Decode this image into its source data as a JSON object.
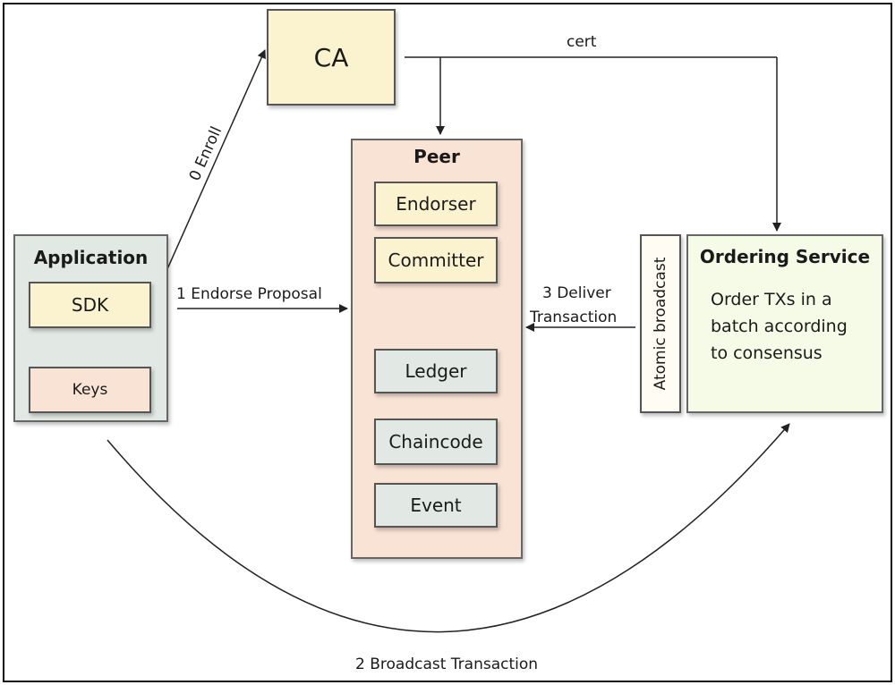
{
  "ca": {
    "label": "CA"
  },
  "peer": {
    "title": "Peer",
    "components": {
      "endorser": "Endorser",
      "committer": "Committer",
      "ledger": "Ledger",
      "chaincode": "Chaincode",
      "event": "Event"
    }
  },
  "application": {
    "title": "Application",
    "sdk": "SDK",
    "keys": "Keys"
  },
  "ordering": {
    "title": "Ordering Service",
    "description": "Order TXs in a\nbatch according\nto consensus",
    "atomic": "Atomic broadcast"
  },
  "edges": {
    "cert": "cert",
    "enroll": "0 Enroll",
    "endorse": "1 Endorse Proposal",
    "broadcast": "2 Broadcast Transaction",
    "deliver_line1": "3 Deliver",
    "deliver_line2": "Transaction"
  }
}
